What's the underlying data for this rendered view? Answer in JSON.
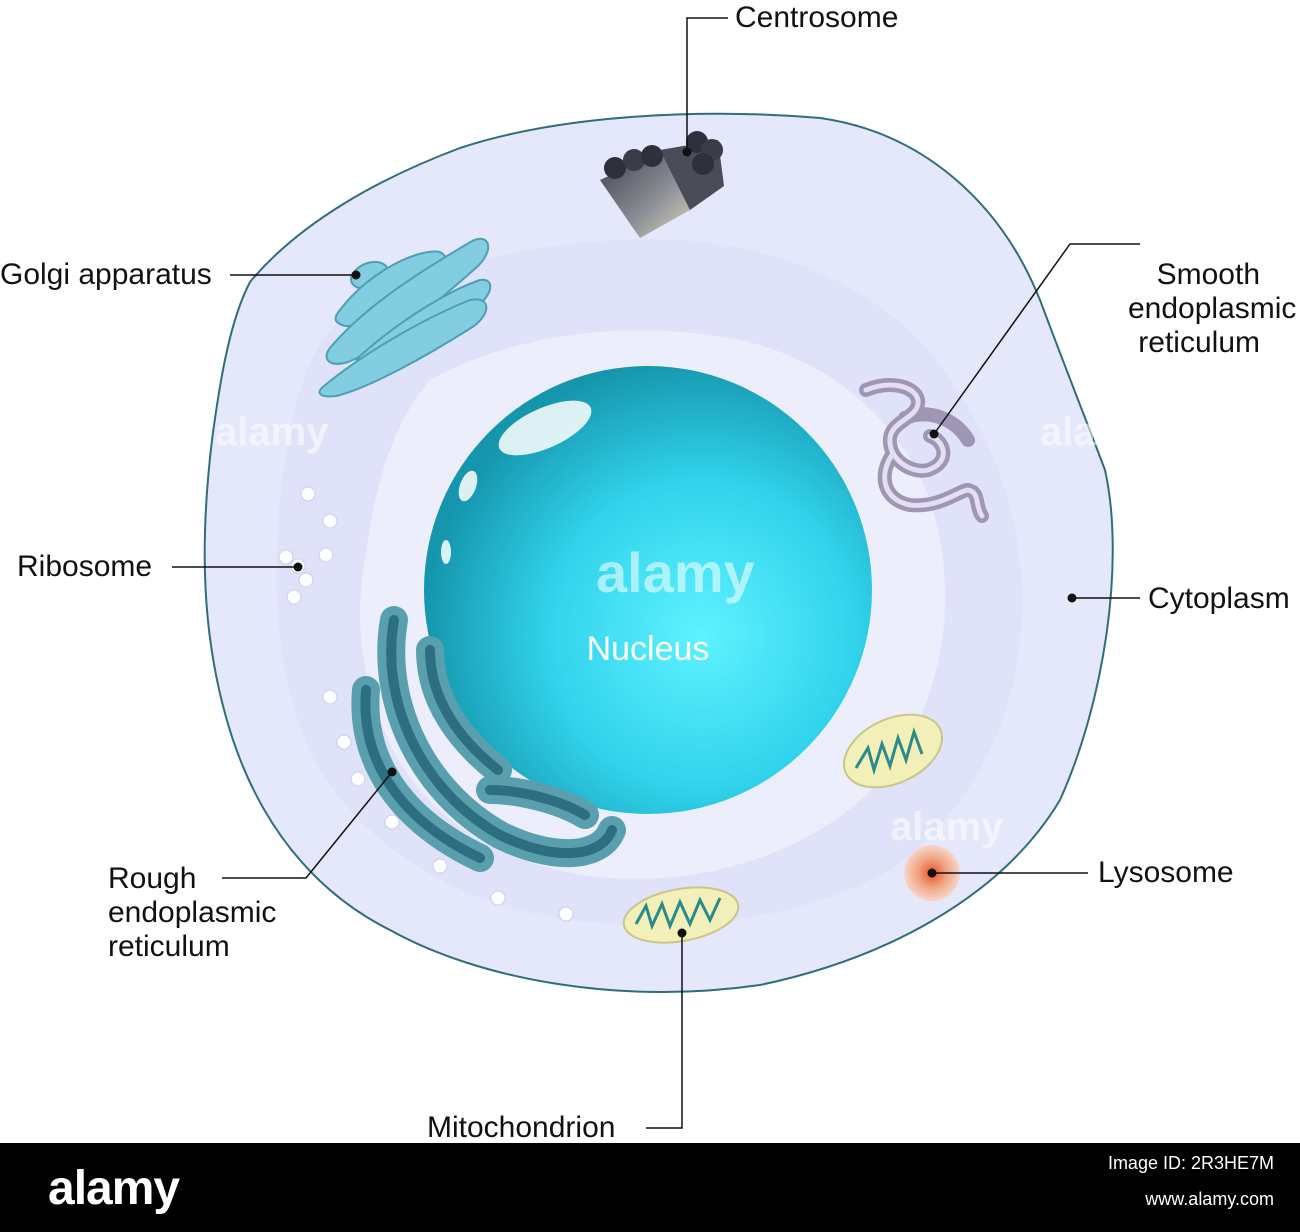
{
  "labels": {
    "centrosome": "Centrosome",
    "golgi": "Golgi apparatus",
    "smooth_er_line1": "Smooth",
    "smooth_er_line2": "endoplasmic",
    "smooth_er_line3": "reticulum",
    "ribosome": "Ribosome",
    "cytoplasm": "Cytoplasm",
    "nucleus": "Nucleus",
    "rough_er_line1": "Rough",
    "rough_er_line2": "endoplasmic",
    "rough_er_line3": "reticulum",
    "lysosome": "Lysosome",
    "mitochondrion": "Mitochondrion"
  },
  "watermark": "alamy",
  "footer": {
    "logo": "alamy",
    "image_id": "Image ID: 2R3HE7M",
    "url": "www.alamy.com"
  },
  "colors": {
    "cell_fill": "#e6e8fb",
    "cell_outline": "#2e6f7a",
    "nucleus": "#2cd2ea",
    "golgi": "#7ecbdc",
    "rough_er": "#3f8c9c",
    "smooth_er": "#b7b2c9",
    "mitochondrion": "#f2efb8",
    "lysosome": "#e8623a"
  }
}
